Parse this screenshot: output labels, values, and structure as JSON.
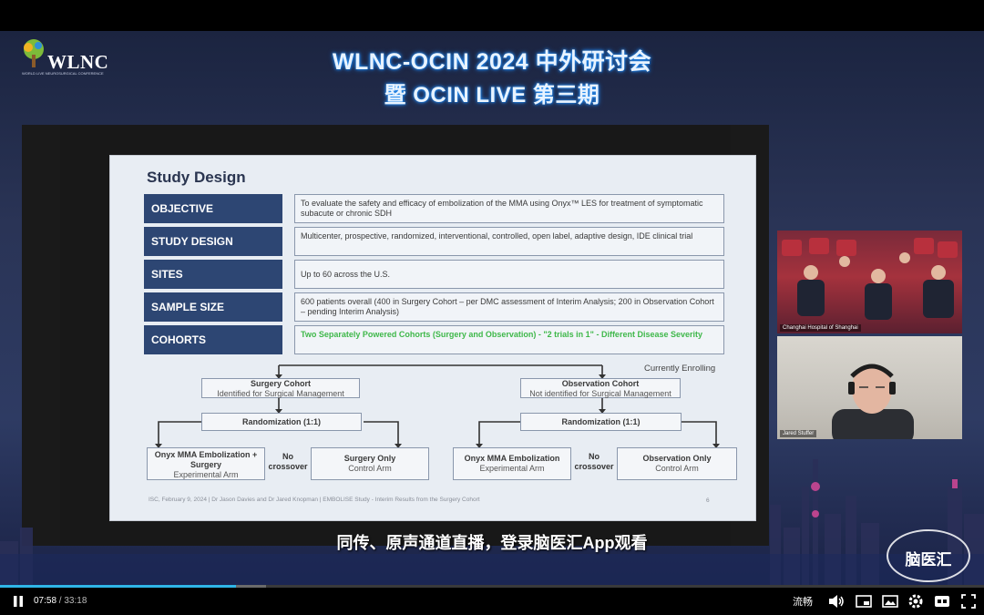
{
  "event": {
    "logo_text": "WLNC",
    "logo_sub": "WORLD LIVE NEUROSURGICAL CONFERENCE",
    "title_line1": "WLNC-OCIN 2024 中外研讨会",
    "title_line2": "暨 OCIN LIVE 第三期"
  },
  "slide": {
    "title": "Study Design",
    "rows": [
      {
        "label": "OBJECTIVE",
        "value": "To evaluate the safety and efficacy of embolization of the MMA using Onyx™ LES for treatment of symptomatic subacute or chronic SDH"
      },
      {
        "label": "STUDY DESIGN",
        "value": "Multicenter, prospective, randomized, interventional, controlled, open label, adaptive design, IDE clinical trial"
      },
      {
        "label": "SITES",
        "value": "Up to 60 across the U.S."
      },
      {
        "label": "SAMPLE SIZE",
        "value": "600 patients overall (400 in Surgery Cohort – per DMC assessment of Interim Analysis; 200 in Observation Cohort – pending Interim Analysis)"
      },
      {
        "label": "COHORTS",
        "value": "Two Separately Powered Cohorts (Surgery and Observation) - \"2 trials in 1\" - Different Disease Severity"
      }
    ],
    "currently_enrolling": "Currently Enrolling",
    "surgery_cohort": {
      "title": "Surgery Cohort",
      "sub": "Identified for Surgical Management"
    },
    "observation_cohort": {
      "title": "Observation Cohort",
      "sub": "Not identified for Surgical Management"
    },
    "randomization": "Randomization (1:1)",
    "no_crossover": "No crossover",
    "arms": [
      {
        "title": "Onyx MMA Embolization + Surgery",
        "sub": "Experimental Arm"
      },
      {
        "title": "Surgery Only",
        "sub": "Control Arm"
      },
      {
        "title": "Onyx MMA Embolization",
        "sub": "Experimental Arm"
      },
      {
        "title": "Observation Only",
        "sub": "Control Arm"
      }
    ],
    "footer": "ISC, February 9, 2024  |  Dr Jason Davies and Dr Jared Knopman  |  EMBOLISE Study - Interim Results from the Surgery Cohort",
    "page_number": "6"
  },
  "cameras": [
    {
      "label": "Changhai Hospital of Shanghai"
    },
    {
      "label": "Jared Stuffer"
    }
  ],
  "subtitle": "同传、原声通道直播，登录脑医汇App观看",
  "watermark": "脑医汇",
  "player": {
    "current_time": "07:58",
    "separator": " / ",
    "duration": "33:18",
    "progress_percent": 24,
    "buffered_percent": 27,
    "quality_label": "流畅",
    "icons": [
      "pause-icon",
      "volume-icon",
      "pip-icon",
      "screenshot-icon",
      "settings-icon",
      "subtitles-icon",
      "fullscreen-icon"
    ]
  }
}
